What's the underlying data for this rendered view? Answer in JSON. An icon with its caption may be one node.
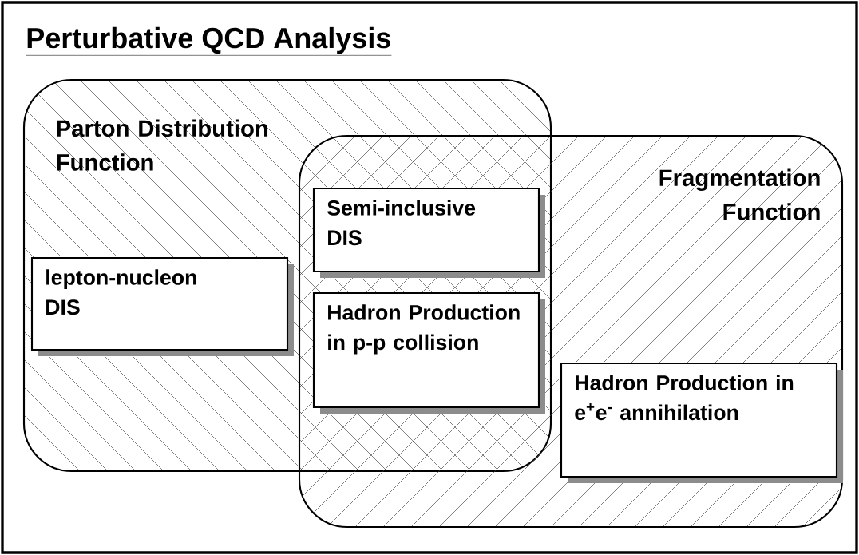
{
  "diagram": {
    "title": "Perturbative QCD Analysis",
    "nodes": [
      {
        "text": [
          "Parton Distribution Function"
        ]
      },
      {
        "text": [
          "Fragmentation Function"
        ]
      },
      {
        "text": [
          "lepton-nucleon DIS"
        ],
        "in": 0
      },
      {
        "text": [
          "Semi-inclusive DIS"
        ]
      },
      {
        "text": [
          "Hadron Production in p-p collision"
        ]
      },
      {
        "text": [
          "Hadron Production in e$^{+}$e$^{-}$ annihilation"
        ],
        "in": 1
      }
    ],
    "edges": []
  }
}
